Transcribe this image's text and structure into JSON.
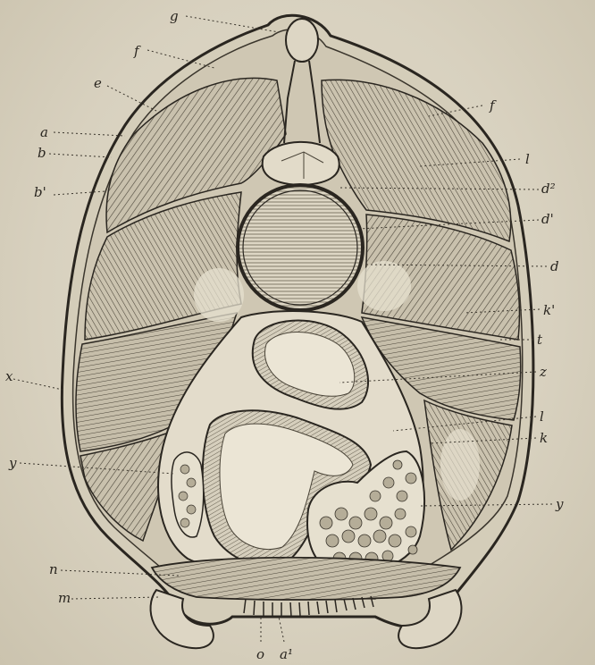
{
  "figure": {
    "labels": [
      {
        "id": "g",
        "text": "g"
      },
      {
        "id": "f-left",
        "text": "f"
      },
      {
        "id": "f-right",
        "text": "f"
      },
      {
        "id": "e",
        "text": "e"
      },
      {
        "id": "a",
        "text": "a"
      },
      {
        "id": "b",
        "text": "b"
      },
      {
        "id": "b1",
        "text": "b'"
      },
      {
        "id": "l-upper",
        "text": "l"
      },
      {
        "id": "d2",
        "text": "d²"
      },
      {
        "id": "d1",
        "text": "d'"
      },
      {
        "id": "d",
        "text": "d"
      },
      {
        "id": "k1",
        "text": "k'"
      },
      {
        "id": "t",
        "text": "t"
      },
      {
        "id": "x",
        "text": "x"
      },
      {
        "id": "z",
        "text": "z"
      },
      {
        "id": "l-lower",
        "text": "l"
      },
      {
        "id": "k",
        "text": "k"
      },
      {
        "id": "y-left",
        "text": "y"
      },
      {
        "id": "y-right",
        "text": "y"
      },
      {
        "id": "n",
        "text": "n"
      },
      {
        "id": "m",
        "text": "m"
      },
      {
        "id": "o",
        "text": "o"
      },
      {
        "id": "a1",
        "text": "a¹"
      }
    ],
    "colors": {
      "paper": "#d9d3c2",
      "ink": "#2a2620",
      "muscle": "#b9b19d",
      "light": "#e6e0cf"
    }
  }
}
